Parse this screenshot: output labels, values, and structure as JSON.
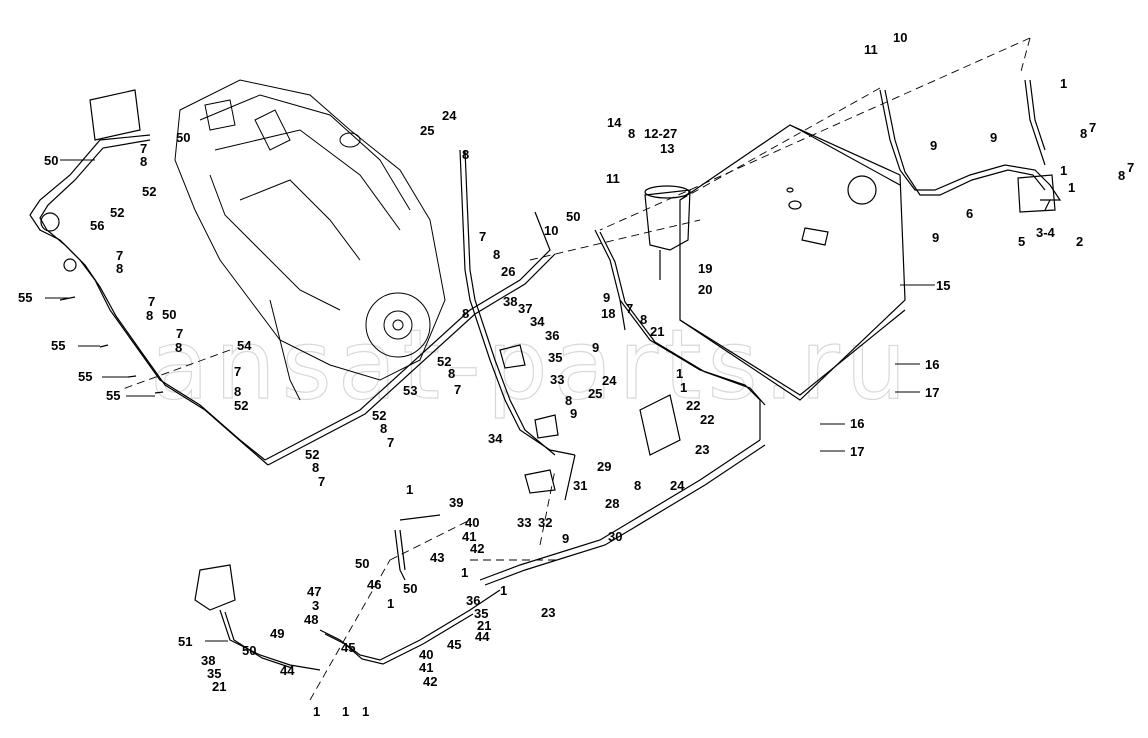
{
  "diagram": {
    "corner_text": "",
    "watermark": "ansat-parts.ru",
    "callouts": [
      "1",
      "2",
      "3",
      "4",
      "5",
      "6",
      "7",
      "8",
      "9",
      "10",
      "11",
      "12",
      "13",
      "14",
      "15",
      "16",
      "17",
      "18",
      "19",
      "20",
      "21",
      "22",
      "23",
      "24",
      "25",
      "26",
      "27",
      "28",
      "29",
      "30",
      "31",
      "32",
      "33",
      "34",
      "35",
      "36",
      "37",
      "38",
      "39",
      "40",
      "41",
      "42",
      "43",
      "44",
      "45",
      "46",
      "47",
      "48",
      "49",
      "50",
      "51",
      "52",
      "53",
      "54",
      "55",
      "56",
      "12-27",
      "3-4",
      "22"
    ],
    "labels": {
      "c10_top": "10",
      "c11_top": "11",
      "c1_tr": "1",
      "c9_r": "9",
      "c8_r1": "8",
      "c7_r1": "7",
      "c1_r2": "1",
      "c7_r2": "7",
      "c8_r2": "8",
      "c1_r3": "1",
      "c9_tank": "9",
      "c6": "6",
      "c5": "5",
      "c34": "3-4",
      "c2": "2",
      "c9_mid": "9",
      "c15": "15",
      "c14": "14",
      "c8_f": "8",
      "c1227": "12-27",
      "c13": "13",
      "c11_f": "11",
      "c50_f": "50",
      "c10_f": "10",
      "c7_f": "7",
      "c8_f2": "8",
      "c19": "19",
      "c20": "20",
      "c9_f": "9",
      "c7_f2": "7",
      "c18": "18",
      "c8_f3": "8",
      "c21_f": "21",
      "c9_f2": "9",
      "c1_f": "1",
      "c1_f2": "1",
      "c22": "22",
      "c22b": "22",
      "c16": "16",
      "c17": "17",
      "c16b": "16",
      "c17b": "17",
      "c23": "23",
      "c24_e": "24",
      "c25_e": "25",
      "c26": "26",
      "c38": "38",
      "c37": "37",
      "c34_m": "34",
      "c36_m": "36",
      "c35_m": "35",
      "c33_m": "33",
      "c24_m": "24",
      "c25_m": "25",
      "c8_m": "8",
      "c9_m": "9",
      "c34_m2": "34",
      "c29": "29",
      "c28": "28",
      "c8_m2": "8",
      "c24_m2": "24",
      "c31": "31",
      "c33_b": "33",
      "c32": "32",
      "c9_b": "9",
      "c30": "30",
      "c50_l": "50",
      "c8_l": "8",
      "c7_l": "7",
      "c50_l2": "50",
      "c52_l": "52",
      "c52_l2": "52",
      "c56": "56",
      "c7_l2": "7",
      "c8_l2": "8",
      "c55_a": "55",
      "c7_l3": "7",
      "c8_l3": "8",
      "c50_l3": "50",
      "c55_b": "55",
      "c7_l4": "7",
      "c8_l4": "8",
      "c54": "54",
      "c55_c": "55",
      "c7_l5": "7",
      "c55_d": "55",
      "c8_l5": "8",
      "c52_l3": "52",
      "c52_m": "52",
      "c8_m3": "8",
      "c53": "53",
      "c7_m": "7",
      "c52_m2": "52",
      "c8_m4": "8",
      "c7_m2": "7",
      "c52_b": "52",
      "c8_b": "8",
      "c7_b": "7",
      "c1_c": "1",
      "c39": "39",
      "c40": "40",
      "c41": "41",
      "c42": "42",
      "c43": "43",
      "c1_c2": "1",
      "c1_c3": "1",
      "c23_b": "23",
      "c50_c": "50",
      "c46": "46",
      "c50_c2": "50",
      "c47": "47",
      "c3_c": "3",
      "c48": "48",
      "c49": "49",
      "c1_c4": "1",
      "c36_c": "36",
      "c35_c": "35",
      "c21_c": "21",
      "c44_c": "44",
      "c45_c": "45",
      "c40_c": "40",
      "c41_c": "41",
      "c42_c": "42",
      "c50_c3": "50",
      "c45_c2": "45",
      "c44_c2": "44",
      "c51": "51",
      "c38_c": "38",
      "c35_c2": "35",
      "c21_c2": "21",
      "c1_b1": "1",
      "c1_b2": "1",
      "c1_b3": "1",
      "c25_top": "25",
      "c24_top": "24",
      "c8_top": "8"
    }
  }
}
